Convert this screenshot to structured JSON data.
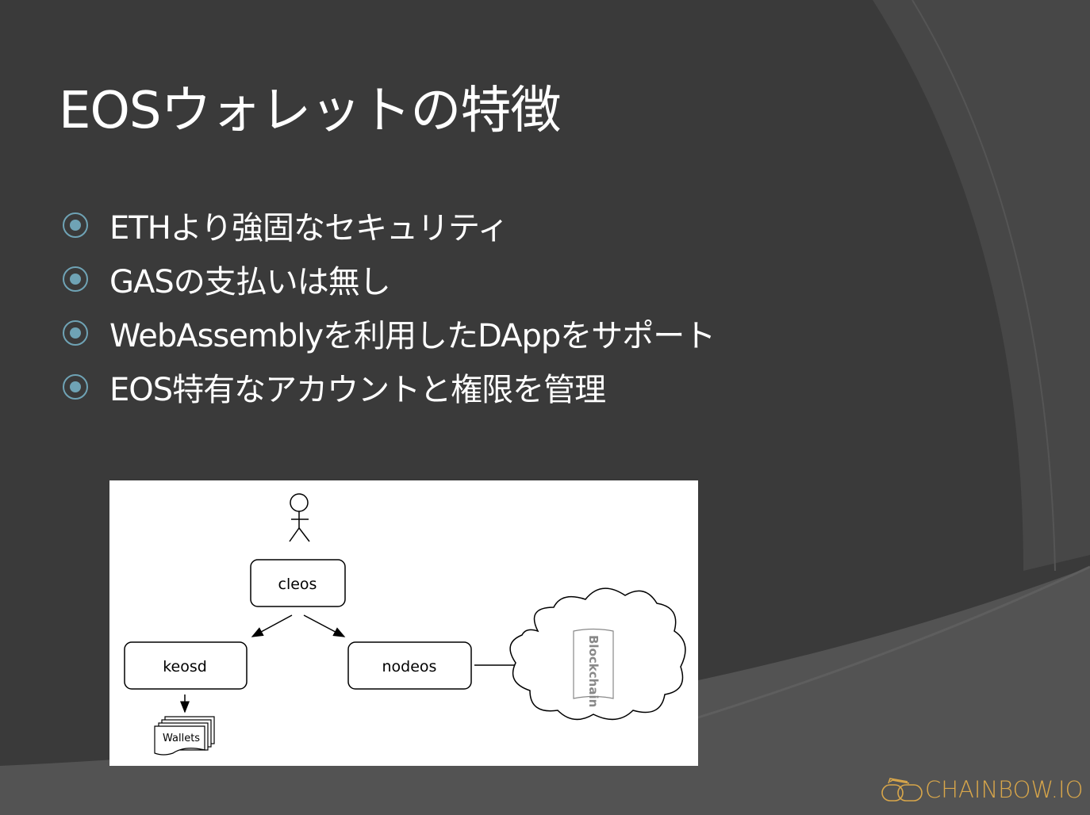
{
  "slide": {
    "title": "EOSウォレットの特徴",
    "bullets": [
      "ETHより強固なセキュリティ",
      "GASの支払いは無し",
      "WebAssemblyを利用したDAppをサポート",
      "EOS特有なアカウントと権限を管理"
    ],
    "bullet_icon": "circled-dot-icon",
    "accent_color": "#6fa3b5"
  },
  "diagram": {
    "nodes": {
      "cleos": "cleos",
      "keosd": "keosd",
      "nodeos": "nodeos",
      "wallets": "Wallets",
      "blockchain": "Blockchain"
    }
  },
  "logo": {
    "text": "CHAINBOW.IO",
    "color": "#d8a64a"
  }
}
